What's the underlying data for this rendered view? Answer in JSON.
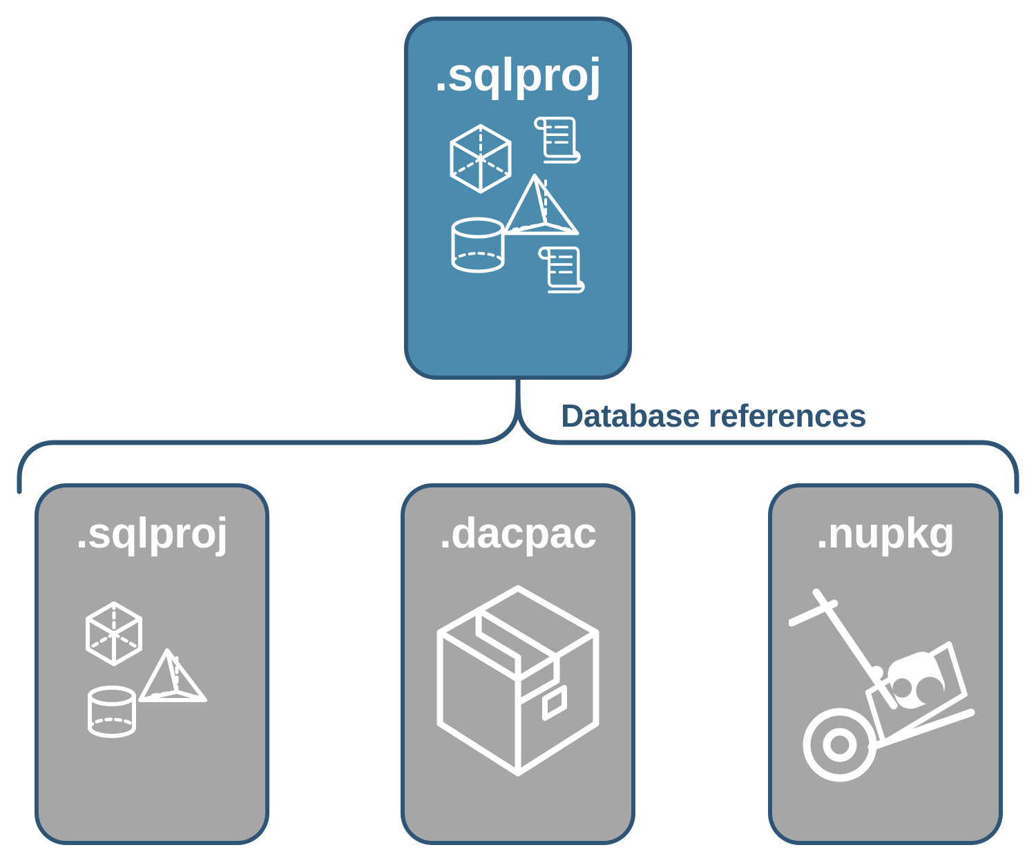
{
  "diagram": {
    "title_note": "Database references diagram",
    "colors": {
      "accent_teal": "#4a8bae",
      "border_navy": "#2e5575",
      "neutral_grey": "#a6a6a6",
      "icon_white": "#ffffff",
      "background": "#ffffff"
    },
    "root": {
      "label": ".sqlproj",
      "fill": "teal",
      "icons": [
        "cube-wireframe-icon",
        "pyramid-wireframe-icon",
        "cylinder-wireframe-icon",
        "scroll-script-icon",
        "scroll-script-icon"
      ]
    },
    "connector": {
      "label": "Database references",
      "style": "curly-brace"
    },
    "children": [
      {
        "label": ".sqlproj",
        "fill": "grey",
        "icons": [
          "cube-wireframe-icon",
          "pyramid-wireframe-icon",
          "cylinder-wireframe-icon"
        ]
      },
      {
        "label": ".dacpac",
        "fill": "grey",
        "icons": [
          "shipping-box-icon"
        ]
      },
      {
        "label": ".nupkg",
        "fill": "grey",
        "icons": [
          "hand-truck-package-icon"
        ]
      }
    ]
  }
}
